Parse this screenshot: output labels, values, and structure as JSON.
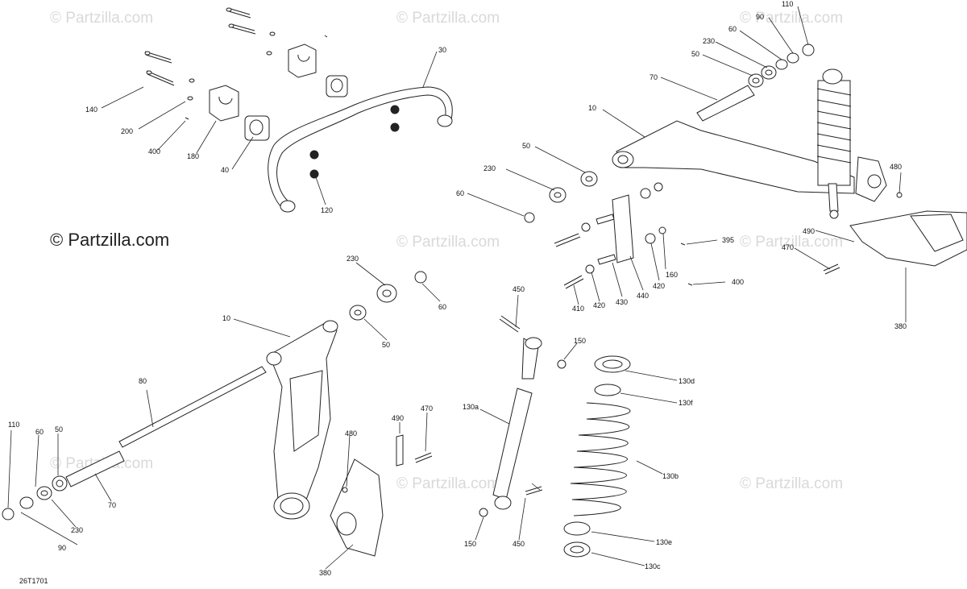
{
  "watermark": {
    "faint": "© Partzilla.com",
    "prominent": "© Partzilla.com"
  },
  "diagram_ref": "26T1701",
  "callouts": [
    "110",
    "90",
    "60",
    "230",
    "50",
    "70",
    "10",
    "30",
    "140",
    "200",
    "400",
    "180",
    "40",
    "120",
    "50",
    "230",
    "60",
    "480",
    "395",
    "490",
    "470",
    "160",
    "420",
    "440",
    "430",
    "420",
    "410",
    "400",
    "380",
    "230",
    "60",
    "50",
    "10",
    "80",
    "450",
    "150",
    "130d",
    "130f",
    "130a",
    "490",
    "470",
    "480",
    "130b",
    "110",
    "60",
    "50",
    "70",
    "230",
    "90",
    "150",
    "450",
    "130e",
    "130c",
    "380"
  ]
}
